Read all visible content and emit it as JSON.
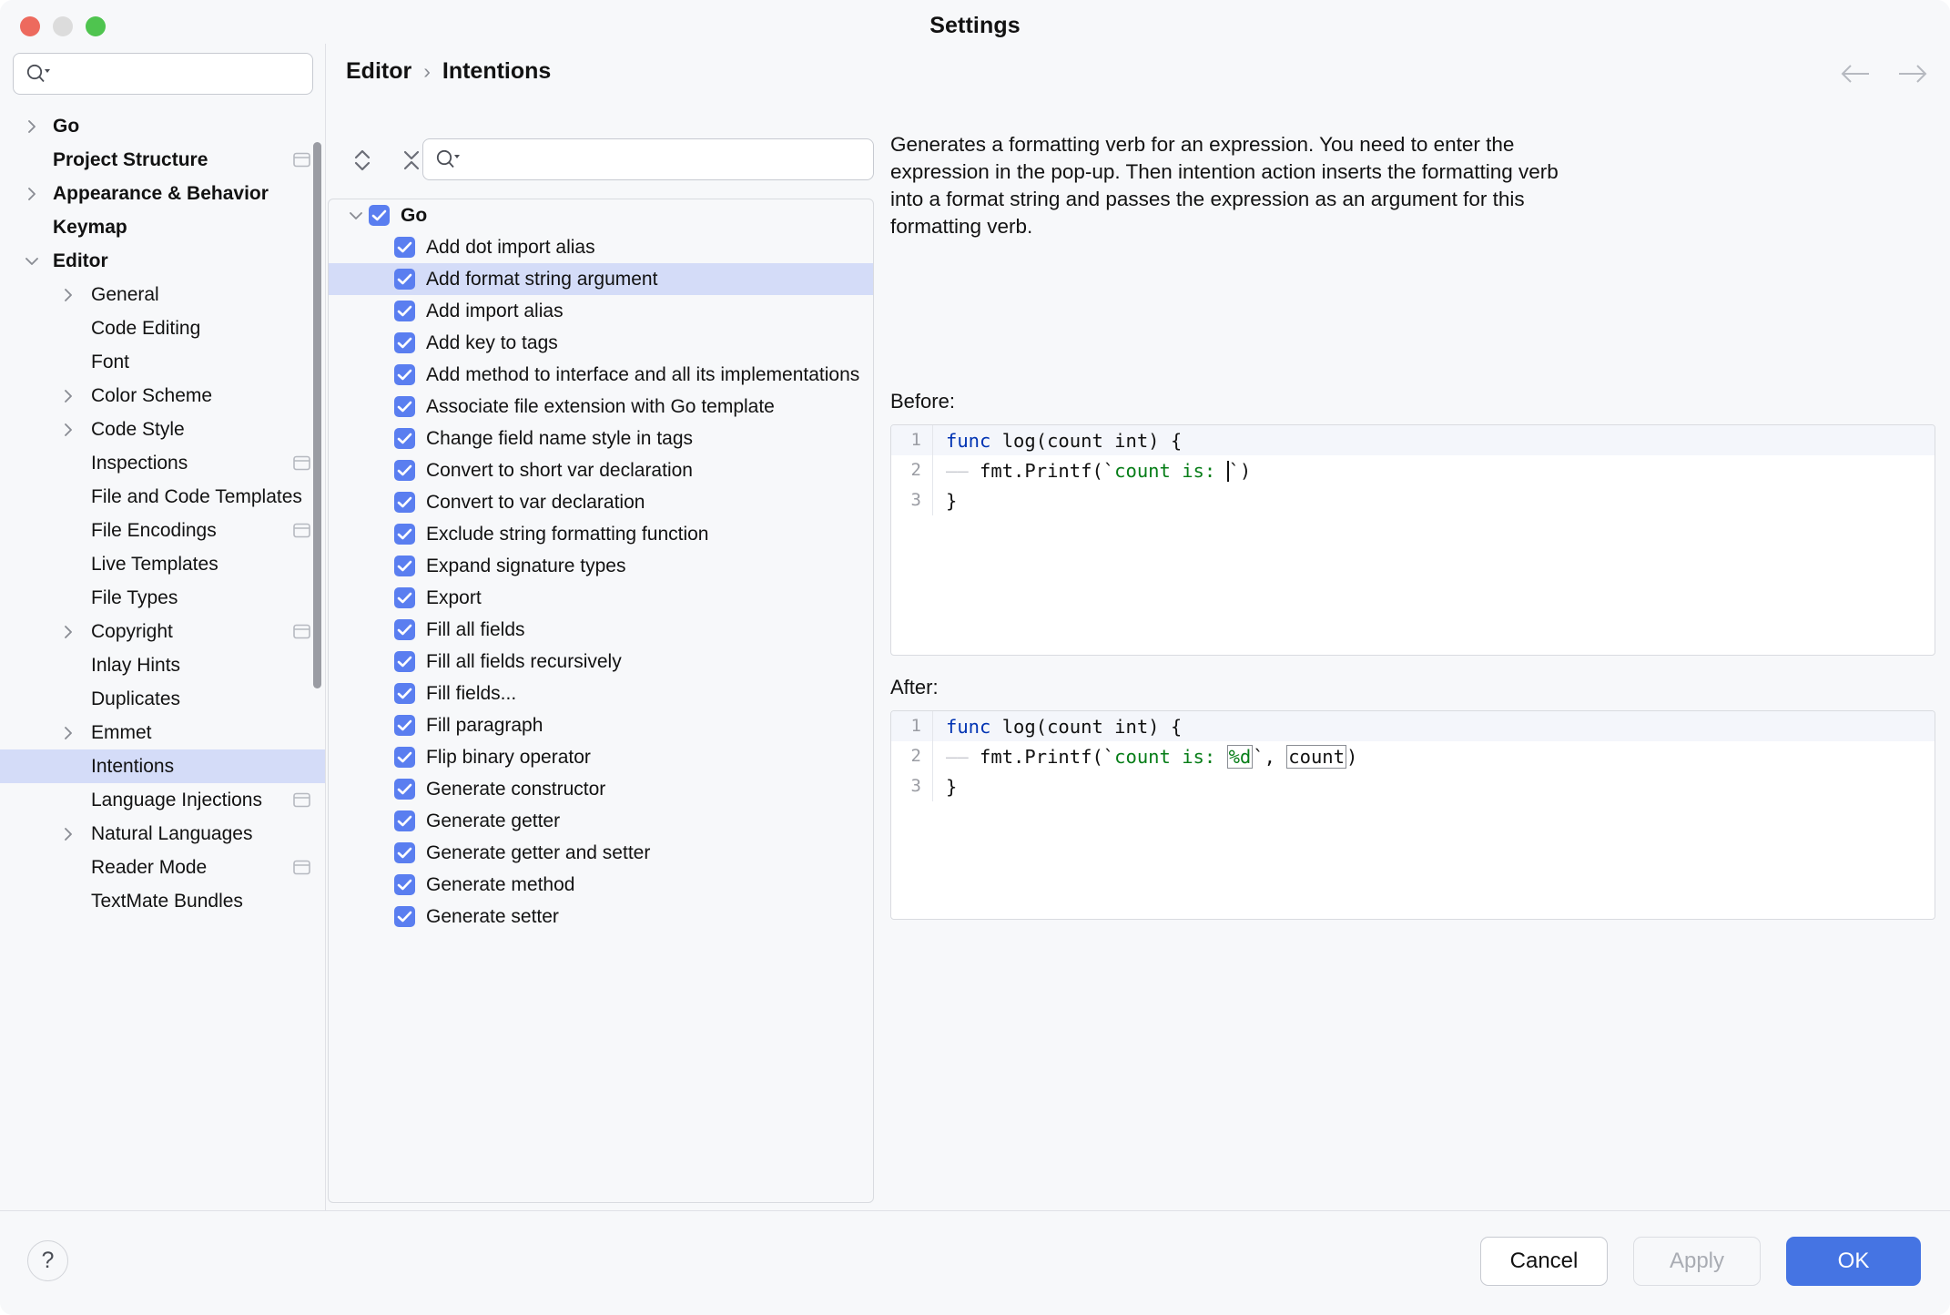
{
  "window": {
    "title": "Settings",
    "traffic_lights": [
      "close",
      "minimize",
      "zoom"
    ]
  },
  "sidebar": {
    "search": {
      "value": "",
      "placeholder": ""
    },
    "items": [
      {
        "label": "Go",
        "bold": true,
        "indent": 0,
        "arrow": "right",
        "icon": null
      },
      {
        "label": "Project Structure",
        "bold": true,
        "indent": 0,
        "arrow": null,
        "icon": "project-badge"
      },
      {
        "label": "Appearance & Behavior",
        "bold": true,
        "indent": 0,
        "arrow": "right",
        "icon": null
      },
      {
        "label": "Keymap",
        "bold": true,
        "indent": 0,
        "arrow": null,
        "icon": null
      },
      {
        "label": "Editor",
        "bold": true,
        "indent": 0,
        "arrow": "down",
        "icon": null
      },
      {
        "label": "General",
        "bold": false,
        "indent": 1,
        "arrow": "right",
        "icon": null
      },
      {
        "label": "Code Editing",
        "bold": false,
        "indent": 1,
        "arrow": null,
        "icon": null
      },
      {
        "label": "Font",
        "bold": false,
        "indent": 1,
        "arrow": null,
        "icon": null
      },
      {
        "label": "Color Scheme",
        "bold": false,
        "indent": 1,
        "arrow": "right",
        "icon": null
      },
      {
        "label": "Code Style",
        "bold": false,
        "indent": 1,
        "arrow": "right",
        "icon": null
      },
      {
        "label": "Inspections",
        "bold": false,
        "indent": 1,
        "arrow": null,
        "icon": "project-badge"
      },
      {
        "label": "File and Code Templates",
        "bold": false,
        "indent": 1,
        "arrow": null,
        "icon": null
      },
      {
        "label": "File Encodings",
        "bold": false,
        "indent": 1,
        "arrow": null,
        "icon": "project-badge"
      },
      {
        "label": "Live Templates",
        "bold": false,
        "indent": 1,
        "arrow": null,
        "icon": null
      },
      {
        "label": "File Types",
        "bold": false,
        "indent": 1,
        "arrow": null,
        "icon": null
      },
      {
        "label": "Copyright",
        "bold": false,
        "indent": 1,
        "arrow": "right",
        "icon": "project-badge"
      },
      {
        "label": "Inlay Hints",
        "bold": false,
        "indent": 1,
        "arrow": null,
        "icon": null
      },
      {
        "label": "Duplicates",
        "bold": false,
        "indent": 1,
        "arrow": null,
        "icon": null
      },
      {
        "label": "Emmet",
        "bold": false,
        "indent": 1,
        "arrow": "right",
        "icon": null
      },
      {
        "label": "Intentions",
        "bold": false,
        "indent": 1,
        "arrow": null,
        "icon": null,
        "selected": true
      },
      {
        "label": "Language Injections",
        "bold": false,
        "indent": 1,
        "arrow": null,
        "icon": "project-badge"
      },
      {
        "label": "Natural Languages",
        "bold": false,
        "indent": 1,
        "arrow": "right",
        "icon": null
      },
      {
        "label": "Reader Mode",
        "bold": false,
        "indent": 1,
        "arrow": null,
        "icon": "project-badge"
      },
      {
        "label": "TextMate Bundles",
        "bold": false,
        "indent": 1,
        "arrow": null,
        "icon": null
      }
    ]
  },
  "main": {
    "breadcrumb": {
      "parent": "Editor",
      "separator": "›",
      "current": "Intentions"
    },
    "nav": {
      "back": "back-arrow",
      "forward": "forward-arrow"
    },
    "toolbar": {
      "expand_all": "expand-all-icon",
      "collapse_all": "collapse-all-icon",
      "search": {
        "value": "",
        "placeholder": ""
      }
    },
    "tree": [
      {
        "label": "Go",
        "level": 0,
        "checked": true,
        "expanded": true,
        "selected": false
      },
      {
        "label": "Add dot import alias",
        "level": 1,
        "checked": true,
        "selected": false
      },
      {
        "label": "Add format string argument",
        "level": 1,
        "checked": true,
        "selected": true
      },
      {
        "label": "Add import alias",
        "level": 1,
        "checked": true,
        "selected": false
      },
      {
        "label": "Add key to tags",
        "level": 1,
        "checked": true,
        "selected": false
      },
      {
        "label": "Add method to interface and all its implementations",
        "level": 1,
        "checked": true,
        "selected": false
      },
      {
        "label": "Associate file extension with Go template",
        "level": 1,
        "checked": true,
        "selected": false
      },
      {
        "label": "Change field name style in tags",
        "level": 1,
        "checked": true,
        "selected": false
      },
      {
        "label": "Convert to short var declaration",
        "level": 1,
        "checked": true,
        "selected": false
      },
      {
        "label": "Convert to var declaration",
        "level": 1,
        "checked": true,
        "selected": false
      },
      {
        "label": "Exclude string formatting function",
        "level": 1,
        "checked": true,
        "selected": false
      },
      {
        "label": "Expand signature types",
        "level": 1,
        "checked": true,
        "selected": false
      },
      {
        "label": "Export",
        "level": 1,
        "checked": true,
        "selected": false
      },
      {
        "label": "Fill all fields",
        "level": 1,
        "checked": true,
        "selected": false
      },
      {
        "label": "Fill all fields recursively",
        "level": 1,
        "checked": true,
        "selected": false
      },
      {
        "label": "Fill fields...",
        "level": 1,
        "checked": true,
        "selected": false
      },
      {
        "label": "Fill paragraph",
        "level": 1,
        "checked": true,
        "selected": false
      },
      {
        "label": "Flip binary operator",
        "level": 1,
        "checked": true,
        "selected": false
      },
      {
        "label": "Generate constructor",
        "level": 1,
        "checked": true,
        "selected": false
      },
      {
        "label": "Generate getter",
        "level": 1,
        "checked": true,
        "selected": false
      },
      {
        "label": "Generate getter and setter",
        "level": 1,
        "checked": true,
        "selected": false
      },
      {
        "label": "Generate method",
        "level": 1,
        "checked": true,
        "selected": false
      },
      {
        "label": "Generate setter",
        "level": 1,
        "checked": true,
        "selected": false
      }
    ],
    "detail": {
      "description": "Generates a formatting verb for an expression. You need to enter the expression in the pop-up. Then intention action inserts the formatting verb into a format string and passes the expression as an argument for this formatting verb.",
      "before_label": "Before:",
      "after_label": "After:",
      "before_code": {
        "lines": [
          "1",
          "2",
          "3"
        ],
        "line1_kw": "func",
        "line1_rest": " log(count int) {",
        "line2_prefix": "fmt.Printf(`",
        "line2_str": "count is: ",
        "line2_suffix": "`)",
        "line3": "}"
      },
      "after_code": {
        "lines": [
          "1",
          "2",
          "3"
        ],
        "line1_kw": "func",
        "line1_rest": " log(count int) {",
        "line2_prefix": "fmt.Printf(`",
        "line2_str": "count is: ",
        "line2_verb": "%d",
        "line2_mid": "`, ",
        "line2_arg": "count",
        "line2_end": ")",
        "line3": "}"
      }
    }
  },
  "footer": {
    "help": "?",
    "cancel": "Cancel",
    "apply": "Apply",
    "ok": "OK"
  },
  "colors": {
    "accent": "#4574e3",
    "checkbox": "#5a7ef0",
    "selection": "#d4dcf8",
    "keyword": "#0033b3",
    "string": "#067d17"
  }
}
